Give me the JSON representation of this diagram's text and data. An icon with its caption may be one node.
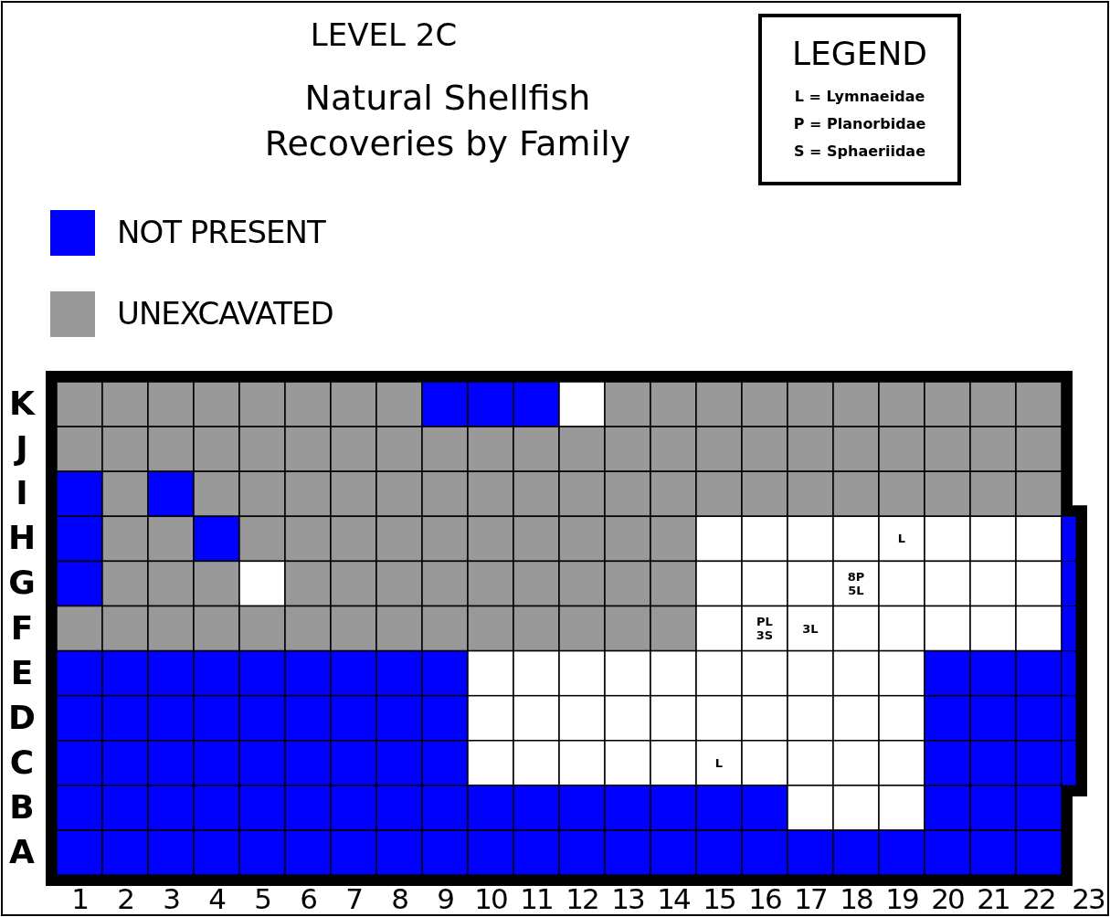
{
  "diagram": {
    "title": "LEVEL 2C",
    "labels": [
      "Natural Shellfish Recoveries by Family",
      "LEGEND",
      "L = Lymnaeidae",
      "P = Planorbidae",
      "S = Sphaeriidae",
      "K",
      "J",
      "I",
      "H",
      "G",
      "F",
      "E",
      "D",
      "C",
      "B",
      "A",
      "L",
      "8P 5L",
      "PL 3S",
      "3L",
      "L",
      "1",
      "2",
      "3",
      "4",
      "5",
      "6",
      "7",
      "8",
      "9",
      "10",
      "11",
      "12",
      "13",
      "14",
      "15",
      "16",
      "17",
      "18",
      "19",
      "20",
      "21",
      "22",
      "23"
    ],
    "legend": [
      {
        "text": "NOT PRESENT",
        "color": "#0000ff"
      },
      {
        "text": "UNEXCAVATED",
        "color": "#999999"
      }
    ]
  }
}
